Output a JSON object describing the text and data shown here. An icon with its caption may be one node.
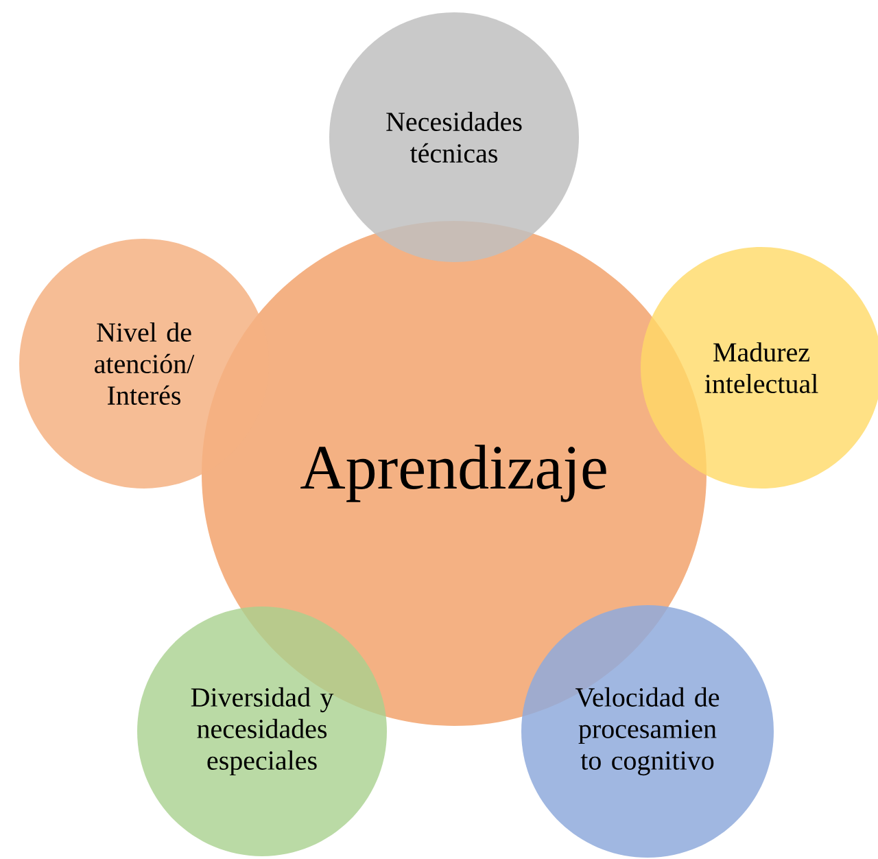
{
  "diagram": {
    "nodes": [
      {
        "text": [
          "Aprendizaje"
        ]
      },
      {
        "text": [
          "Necesidades técnicas"
        ]
      },
      {
        "text": [
          "Madurez intelectual"
        ]
      },
      {
        "text": [
          "Velocidad de procesamien to cognitivo"
        ]
      },
      {
        "text": [
          "Diversidad y necesidades especiales"
        ]
      },
      {
        "text": [
          "Nivel de atención/ Interés"
        ]
      }
    ]
  }
}
